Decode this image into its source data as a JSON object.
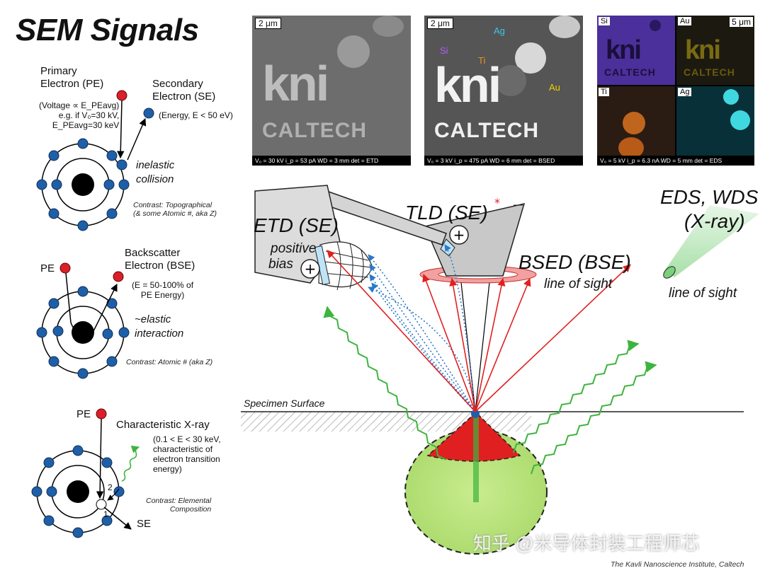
{
  "title": "SEM Signals",
  "pe_block": {
    "primary_label": "Primary\nElectron (PE)",
    "voltage_note": "(Voltage ∝ E_PEavg)\ne.g. if V₀=30 kV,\nE_PEavg=30 keV",
    "se_label": "Secondary\nElectron (SE)",
    "se_energy": "(Energy, E < 50 eV)",
    "interaction": "inelastic\ncollision",
    "contrast": "Contrast: Topographical\n(& some Atomic #, aka Z)"
  },
  "bse_block": {
    "pe_label": "PE",
    "bse_label": "Backscatter\nElectron (BSE)",
    "energy": "(E = 50-100% of\nPE Energy)",
    "interaction": "~elastic\ninteraction",
    "contrast": "Contrast: Atomic # (aka Z)"
  },
  "xray_block": {
    "pe_label": "PE",
    "xray_label": "Characteristic X-ray",
    "energy": "(0.1 < E < 30 keV,\ncharacteristic of\nelectron transition\nenergy)",
    "contrast": "Contrast: Elemental\nComposition",
    "se_label": "SE",
    "num1": "1",
    "num2": "2"
  },
  "images": {
    "panel1": {
      "scale": "2 μm",
      "logo": "kni",
      "caltech": "CALTECH",
      "footer": "V₀ = 30 kV   i_p = 53 pA   WD = 3 mm   det = ETD"
    },
    "panel2": {
      "scale": "2 μm",
      "logo": "kni",
      "caltech": "CALTECH",
      "si": "Si",
      "ag": "Ag",
      "ti": "Ti",
      "au": "Au",
      "footer": "V₀ = 3 kV   i_p = 475 pA   WD = 6 mm   det = BSED"
    },
    "panel3": {
      "scale": "5 μm",
      "si": "Si",
      "au": "Au",
      "ti": "Ti",
      "ag": "Ag",
      "logo": "kni",
      "caltech": "CALTECH",
      "footer": "V₀ = 5 kV   i_p = 6.3 nA   WD = 5 mm   det = EDS"
    }
  },
  "diagram": {
    "etd": "ETD (SE)",
    "positive": "positive",
    "bias": "bias",
    "tld": "TLD (SE)",
    "asterisk": "*",
    "bsed": "BSED (BSE)",
    "bsed_los": "line of sight",
    "eds": "EDS, WDS",
    "xray": "(X-ray)",
    "eds_los": "line of sight",
    "surface": "Specimen Surface"
  },
  "watermark": "知乎 @米导体封装工程师芯",
  "credit": "The Kavli Nanoscience Institute, Caltech",
  "colors": {
    "pe": "#d9202a",
    "electron": "#1f5fa8",
    "xray": "#3db43d",
    "se_path": "#2a7ac7",
    "volume": "#b7e07a",
    "bse_red": "#e02020"
  }
}
